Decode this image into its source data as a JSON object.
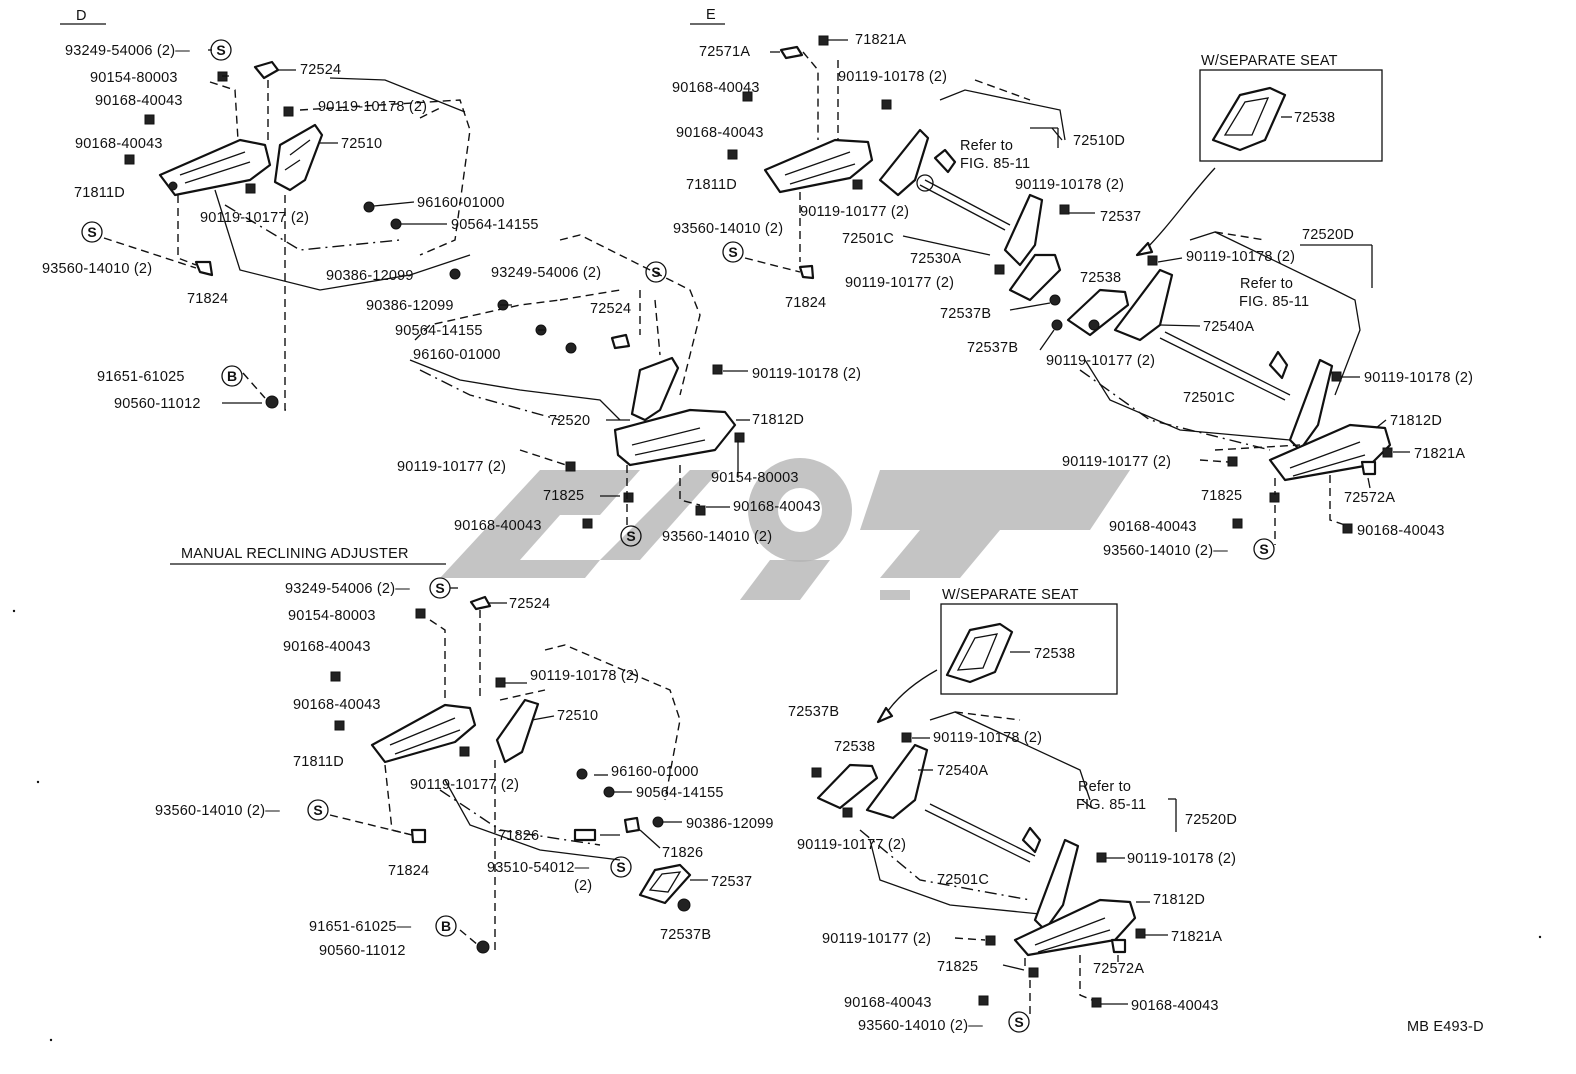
{
  "sections": {
    "d": "D",
    "e": "E",
    "manual": "MANUAL RECLINING ADJUSTER",
    "w_sep_1": "W/SEPARATE SEAT",
    "w_sep_2": "W/SEPARATE SEAT"
  },
  "footer_code": "MB E493-D",
  "circle_symbols": {
    "s": "S",
    "b": "B"
  },
  "labels": {
    "d": {
      "l1": "93249-54006 (2)—",
      "l2": "90154-80003",
      "l3": "90168-40043",
      "l4": "90168-40043",
      "l5": "71811D",
      "l6": "72524",
      "l7": "90119-10178 (2)",
      "l8": "72510",
      "l9": "96160-01000",
      "l10": "90564-14155",
      "l11": "90119-10177 (2)",
      "l12": "93560-14010 (2)",
      "l13": "71824",
      "l14": "90386-12099",
      "l15": "90386-12099",
      "l16": "91651-61025",
      "l17": "90560-11012",
      "l18": "93249-54006 (2)",
      "l19": "72524",
      "l20": "90564-14155",
      "l21": "96160-01000",
      "l22": "90119-10178 (2)",
      "l23": "72520",
      "l24": "71812D",
      "l25": "90119-10177 (2)",
      "l26": "90154-80003",
      "l27": "71825",
      "l28": "90168-40043",
      "l29": "90168-40043",
      "l30": "93560-14010 (2)"
    },
    "e": {
      "l1": "72571A",
      "l2": "71821A",
      "l3": "90168-40043",
      "l4": "90119-10178 (2)",
      "l5": "90168-40043",
      "l6": "72510D",
      "l7": "Refer to",
      "l8": "FIG. 85-11",
      "l9": "71811D",
      "l10": "90119-10178 (2)",
      "l11": "90119-10177 (2)",
      "l12": "72537",
      "l13": "93560-14010 (2)",
      "l14": "72501C",
      "l15": "72530A",
      "l16": "90119-10177 (2)",
      "l17": "71824",
      "l18": "72538",
      "l19": "72537B",
      "l20": "72537B",
      "l21": "90119-10178 (2)",
      "l22": "72520D",
      "l23": "Refer to",
      "l24": "FIG. 85-11",
      "l25": "72540A",
      "l26": "90119-10177 (2)",
      "l27": "72501C",
      "l28": "90119-10178 (2)",
      "l29": "71812D",
      "l30": "90119-10177 (2)",
      "l31": "71821A",
      "l32": "71825",
      "l33": "72572A",
      "l34": "90168-40043",
      "l35": "90168-40043",
      "l36": "93560-14010 (2)—",
      "l37": "72538"
    },
    "m": {
      "l1": "93249-54006 (2)—",
      "l2": "72524",
      "l3": "90154-80003",
      "l4": "90168-40043",
      "l5": "90119-10178 (2)",
      "l6": "90168-40043",
      "l7": "72510",
      "l8": "71811D",
      "l9": "96160-01000",
      "l10": "90119-10177 (2)",
      "l11": "90564-14155",
      "l12": "93560-14010 (2)—",
      "l13": "90386-12099",
      "l14": "71826",
      "l15": "71826",
      "l16": "93510-54012—",
      "l17": "(2)",
      "l18": "71824",
      "l19": "72537",
      "l20": "91651-61025—",
      "l21": "72537B",
      "l22": "90560-11012"
    },
    "se": {
      "l1": "72538",
      "l2": "72537B",
      "l3": "90119-10178 (2)",
      "l4": "72538",
      "l5": "72540A",
      "l6": "Refer to",
      "l7": "FIG. 85-11",
      "l8": "90119-10177 (2)",
      "l9": "72520D",
      "l10": "90119-10178 (2)",
      "l11": "72501C",
      "l12": "71812D",
      "l13": "90119-10177 (2)",
      "l14": "71821A",
      "l15": "71825",
      "l16": "72572A",
      "l17": "90168-40043",
      "l18": "90168-40043",
      "l19": "93560-14010 (2)—"
    }
  }
}
